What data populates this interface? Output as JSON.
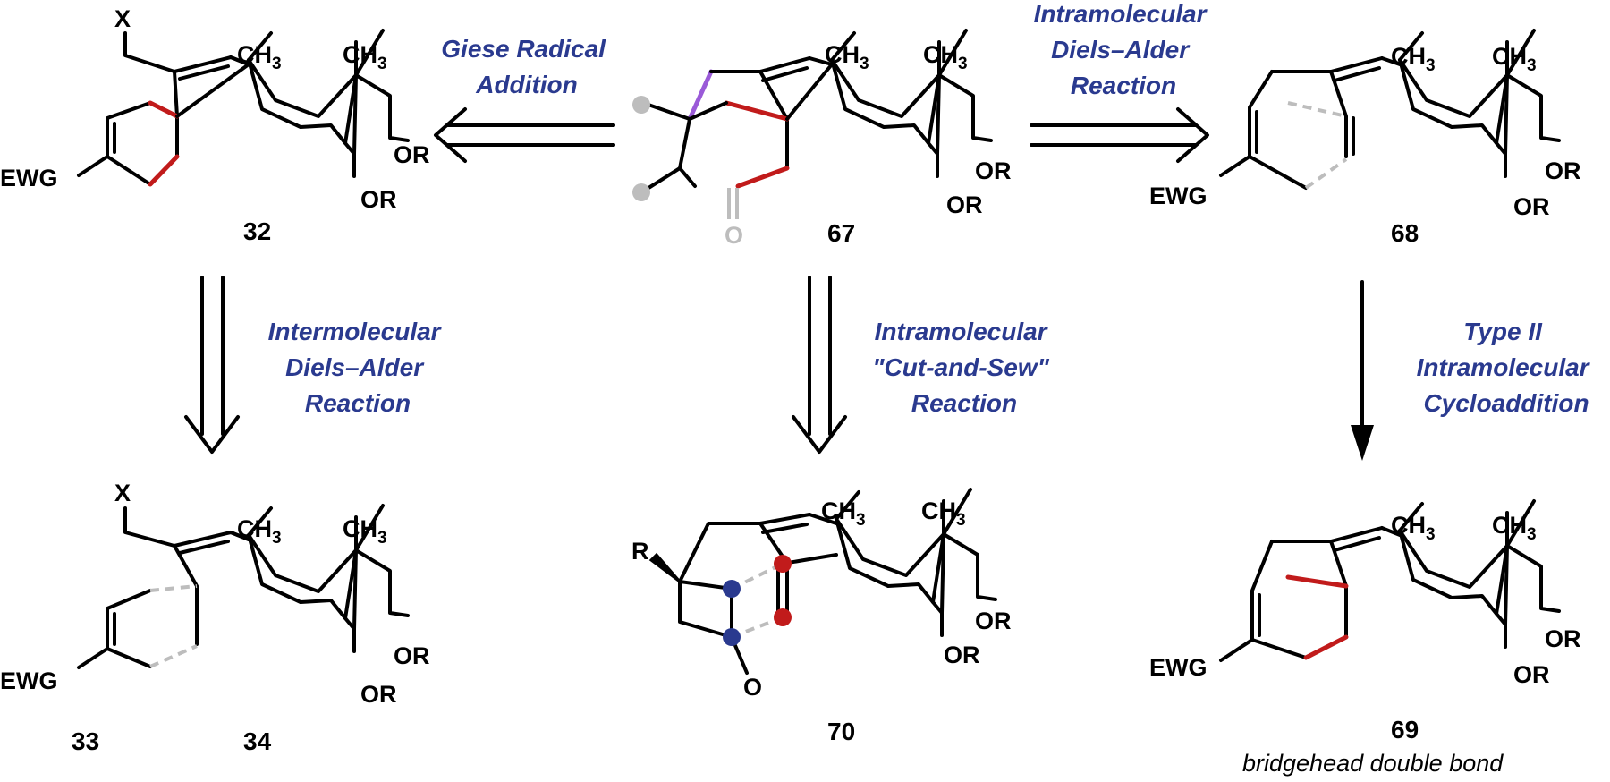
{
  "compounds": {
    "c32": "32",
    "c67": "67",
    "c68": "68",
    "c33": "33",
    "c34": "34",
    "c70": "70",
    "c69": "69"
  },
  "reactions": {
    "giese": [
      "Giese Radical",
      "Addition"
    ],
    "ida_top": [
      "Intramolecular",
      "Diels–Alder",
      "Reaction"
    ],
    "inter_da": [
      "Intermolecular",
      "Diels–Alder",
      "Reaction"
    ],
    "cut_sew": [
      "Intramolecular",
      "\"Cut-and-Sew\"",
      "Reaction"
    ],
    "type2": [
      "Type II",
      "Intramolecular",
      "Cycloaddition"
    ]
  },
  "notes": {
    "bridgehead": "bridgehead double bond"
  },
  "atoms": {
    "X": "X",
    "EWG": "EWG",
    "OR": "OR",
    "CH": "CH",
    "sub3": "3",
    "R": "R",
    "O": "O"
  },
  "colors": {
    "reaction_text": "#2a3a8f",
    "bond_formed": "#c11b1b",
    "bond_highlight": "#9a5ad8",
    "atom_red": "#c11b1b",
    "atom_blue": "#2a3a8f",
    "ghost": "#bdbdbd"
  }
}
